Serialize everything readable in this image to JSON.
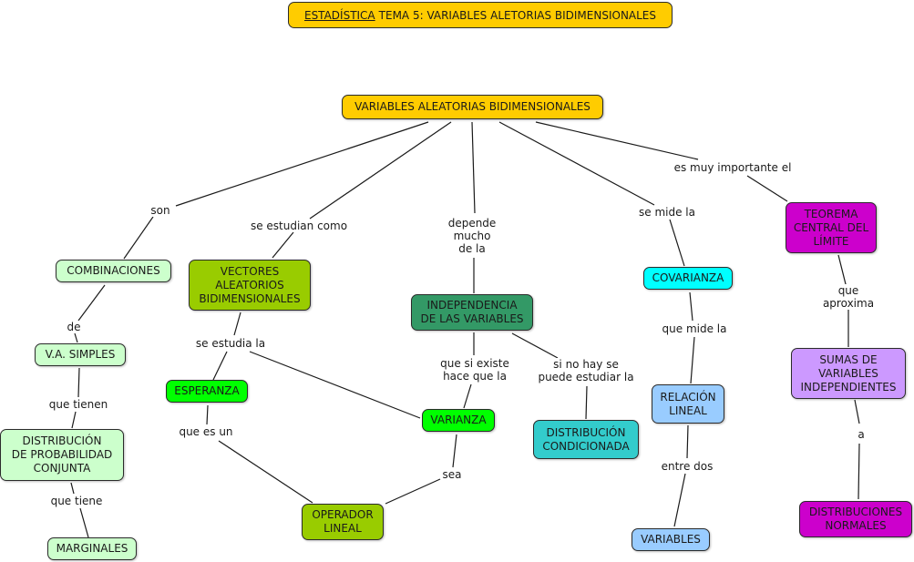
{
  "title": {
    "subject": "ESTADÍSTICA",
    "rest": "TEMA 5: VARIABLES ALETORIAS BIDIMENSIONALES"
  },
  "colors": {
    "root": "#ffcc00",
    "pale_green": "#ccffcc",
    "olive": "#99cc00",
    "green": "#00ff00",
    "dark_green": "#339966",
    "teal": "#33cccc",
    "cyan": "#00ffff",
    "light_blue": "#99ccff",
    "magenta": "#cc00cc",
    "lavender": "#cc99ff"
  },
  "nodes": {
    "root": "VARIABLES ALEATORIAS BIDIMENSIONALES",
    "combinaciones": "COMBINACIONES",
    "va_simples": "V.A. SIMPLES",
    "dist_conjunta": "DISTRIBUCIÓN\nDE PROBABILIDAD\nCONJUNTA",
    "marginales": "MARGINALES",
    "vectores": "VECTORES\nALEATORIOS\nBIDIMENSIONALES",
    "esperanza": "ESPERANZA",
    "varianza": "VARIANZA",
    "operador": "OPERADOR\nLINEAL",
    "independencia": "INDEPENDENCIA\nDE LAS VARIABLES",
    "dist_condicionada": "DISTRIBUCIÓN\nCONDICIONADA",
    "covarianza": "COVARIANZA",
    "relacion": "RELACIÓN\nLINEAL",
    "variables": "VARIABLES",
    "teorema": "TEOREMA\nCENTRAL DEL\nLÍMITE",
    "sumas": "SUMAS DE\nVARIABLES\nINDEPENDIENTES",
    "normales": "DISTRIBUCIONES\nNORMALES"
  },
  "links": {
    "son": "son",
    "de": "de",
    "que_tienen": "que tienen",
    "que_tiene": "que tiene",
    "se_estudian_como": "se estudian como",
    "se_estudia_la": "se estudia la",
    "que_es_un": "que es un",
    "sea": "sea",
    "depende": "depende\nmucho\nde la",
    "que_si_existe": "que si existe\nhace que la",
    "si_no_hay": "si no hay se\npuede estudiar la",
    "se_mide_la": "se mide la",
    "que_mide_la": "que mide la",
    "entre_dos": "entre dos",
    "es_muy_importante": "es muy importante el",
    "que_aproxima": "que aproxima",
    "a": "a"
  }
}
